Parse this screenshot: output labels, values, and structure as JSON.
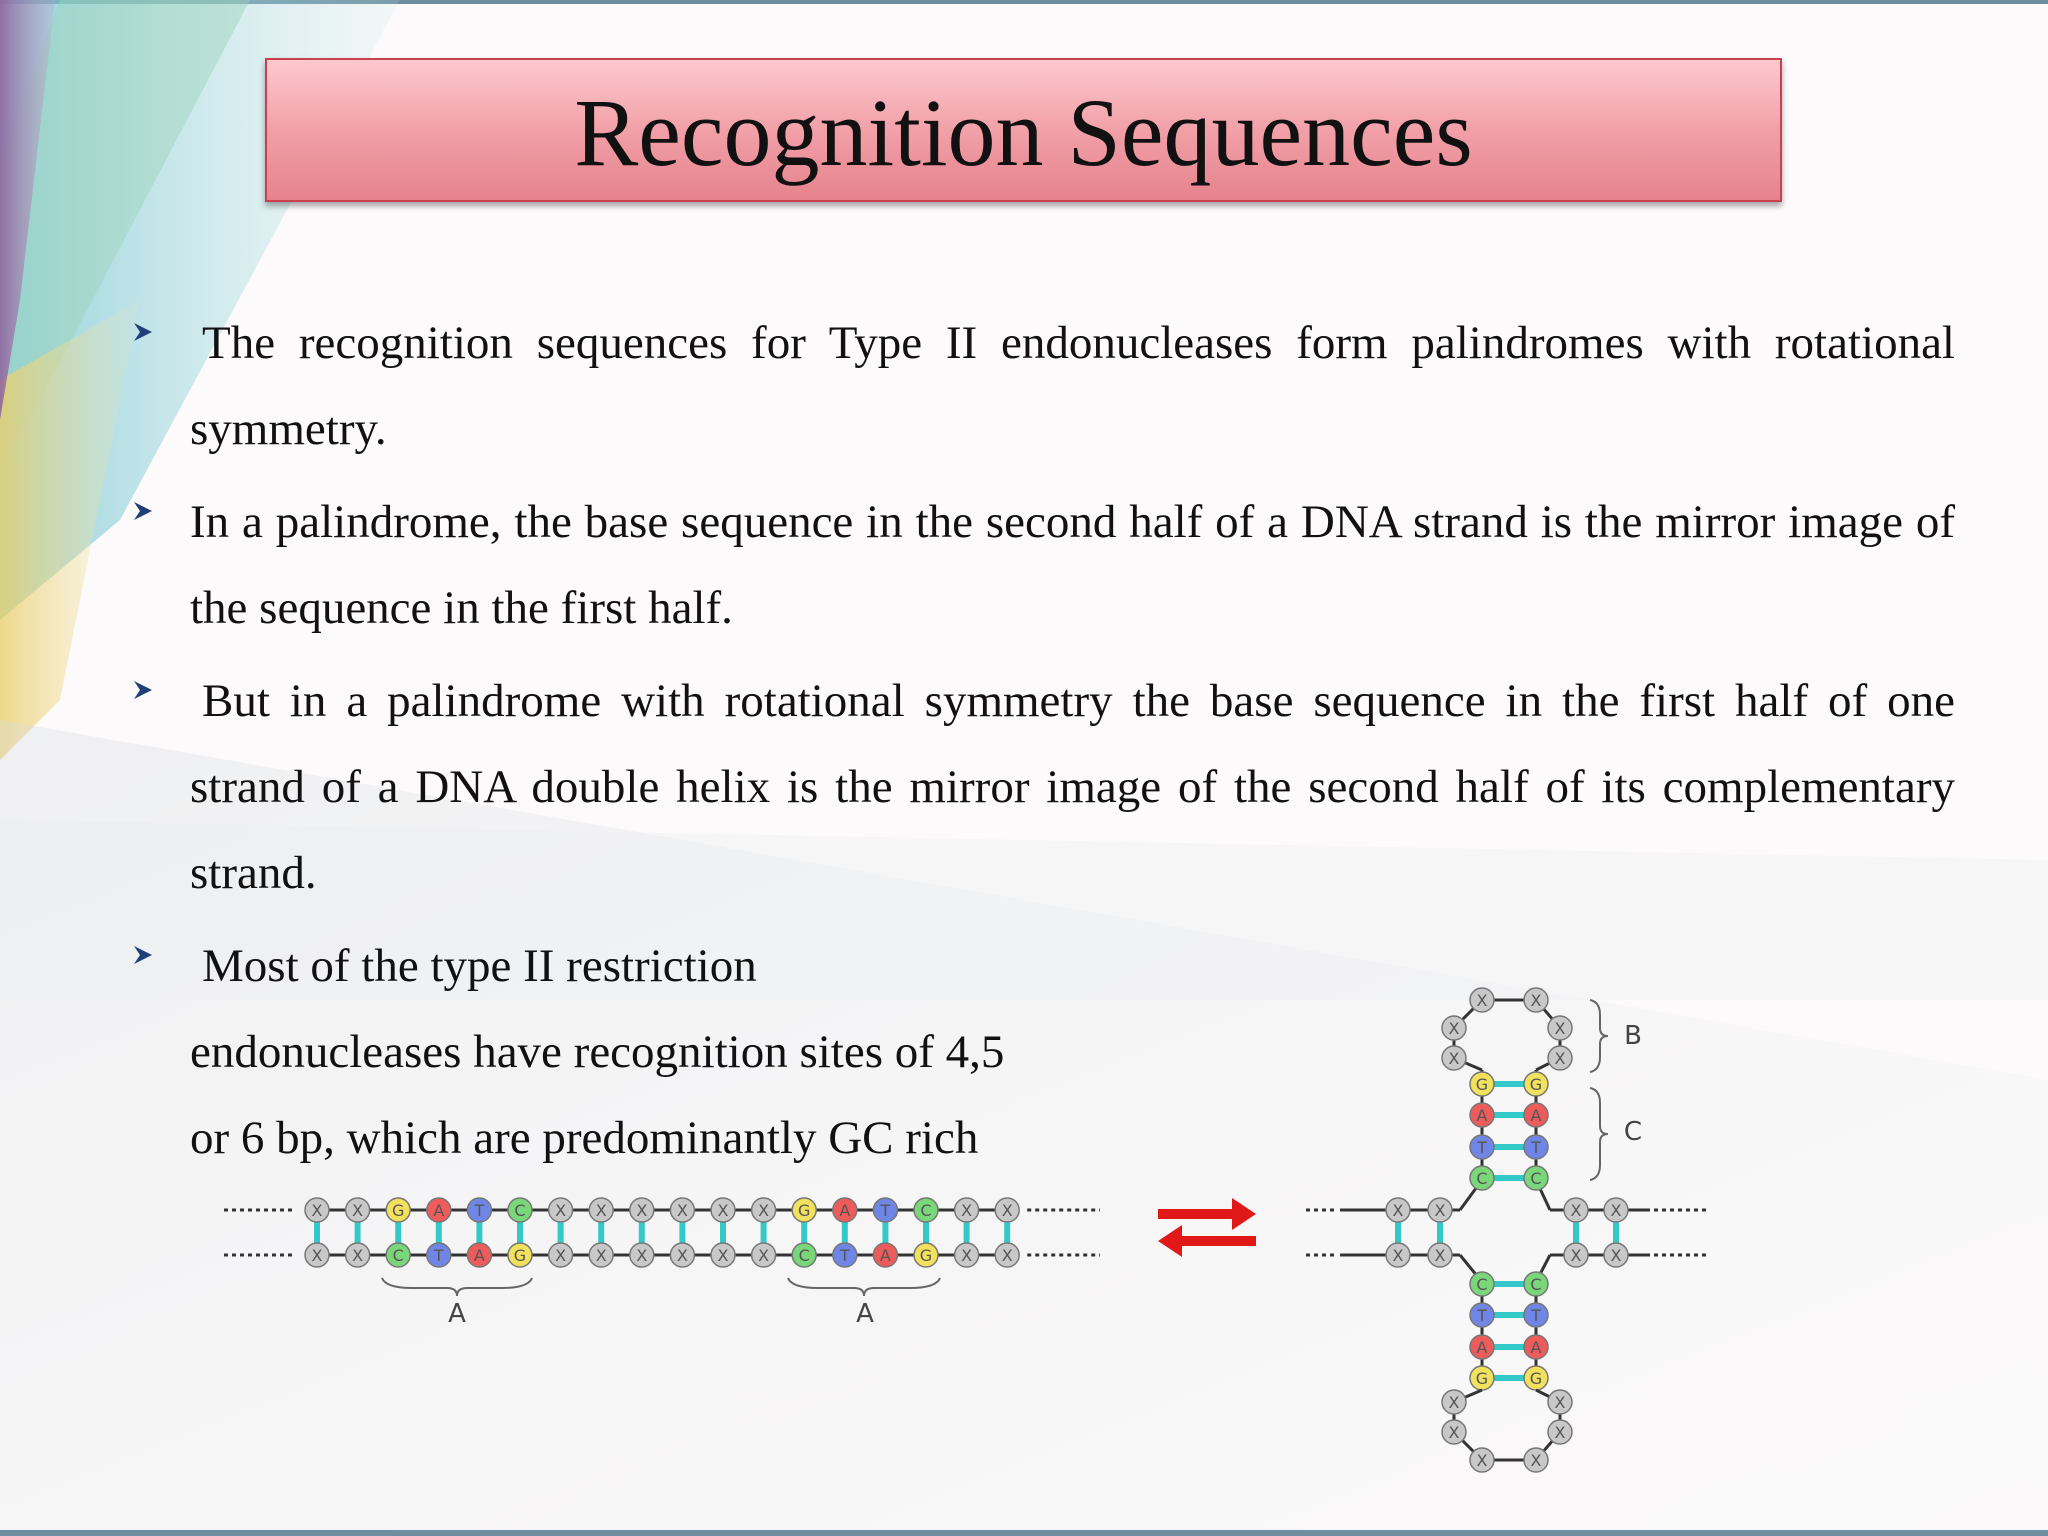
{
  "slide": {
    "title": "Recognition Sequences",
    "bullets": [
      "The recognition sequences for Type II endonucleases form palindromes with rotational symmetry.",
      "In a palindrome, the base sequence in the second half of a DNA strand is the mirror image of the sequence in the first half.",
      "But in a palindrome with rotational symmetry the base sequence in the first half of one strand of a DNA double helix is the mirror image of the second half of its complementary strand.",
      "Most of the type II restriction endonucleases have recognition sites of 4,5 or 6 bp, which are predominantly GC rich"
    ]
  },
  "diagram": {
    "linear": {
      "top_strand": [
        "X",
        "X",
        "G",
        "A",
        "T",
        "C",
        "X",
        "X",
        "X",
        "X",
        "X",
        "X",
        "G",
        "A",
        "T",
        "C",
        "X",
        "X"
      ],
      "bottom_strand": [
        "X",
        "X",
        "C",
        "T",
        "A",
        "G",
        "X",
        "X",
        "X",
        "X",
        "X",
        "X",
        "C",
        "T",
        "A",
        "G",
        "X",
        "X"
      ],
      "bracket_labels": [
        "A",
        "A"
      ]
    },
    "cruciform": {
      "upper_left": [
        "G",
        "A",
        "T",
        "C"
      ],
      "upper_right": [
        "G",
        "A",
        "T",
        "C"
      ],
      "lower_left": [
        "C",
        "T",
        "A",
        "G"
      ],
      "lower_right": [
        "C",
        "T",
        "A",
        "G"
      ],
      "bracket_labels": [
        "B",
        "C"
      ]
    },
    "colors": {
      "G": "#f2e15c",
      "A": "#ee5b5b",
      "T": "#6f86e6",
      "C": "#79d779",
      "X": "#c8c8c8",
      "bond": "#33c9c9",
      "arrow": "#e01818"
    }
  },
  "theme": {
    "title_border": "#c9414f",
    "bullet_marker": "#1f3f7a"
  }
}
